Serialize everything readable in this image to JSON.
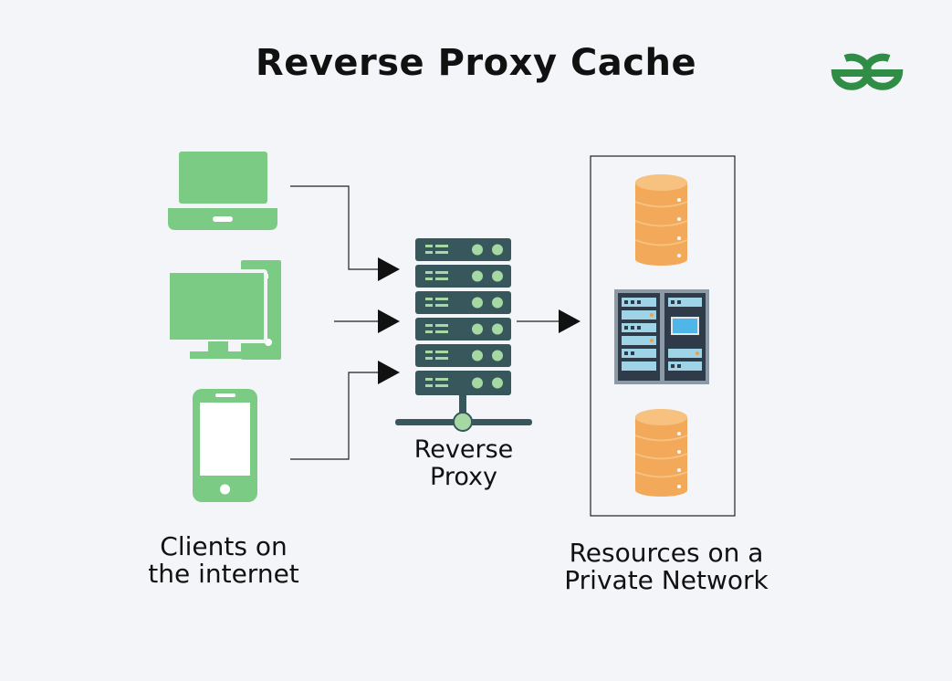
{
  "title": "Reverse Proxy Cache",
  "logo": {
    "name": "gfg-logo",
    "color": "#2f8d46"
  },
  "nodes": {
    "proxy": {
      "line1": "Reverse",
      "line2": "Proxy"
    },
    "clients": {
      "line1": "Clients on",
      "line2": "the internet"
    },
    "resources": {
      "line1": "Resources on a",
      "line2": "Private Network"
    }
  },
  "icons": [
    "laptop-icon",
    "desktop-computer-icon",
    "smartphone-icon",
    "server-rack-icon",
    "database-icon",
    "server-cabinet-icon"
  ],
  "colors": {
    "client_green": "#7ccb85",
    "server_teal": "#37575d",
    "server_light": "#a6d8a3",
    "db_orange": "#f3a95a",
    "db_light": "#f7c17f",
    "arrow": "#111111"
  }
}
